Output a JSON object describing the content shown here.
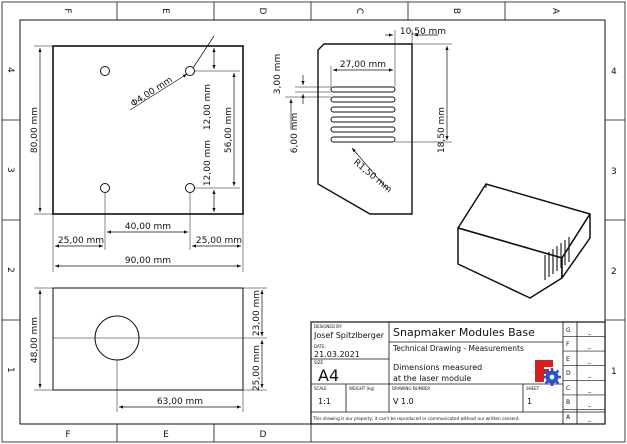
{
  "zones": {
    "columns": [
      "F",
      "E",
      "D",
      "C",
      "B",
      "A"
    ],
    "rows": [
      "4",
      "3",
      "2",
      "1"
    ]
  },
  "dimensions": {
    "top_width": "90,00 mm",
    "top_height": "80,00 mm",
    "hole_diameter": "Φ4,00 mm",
    "hole_spacing_x": "40,00 mm",
    "hole_offset_left": "25,00 mm",
    "hole_offset_right": "25,00 mm",
    "hole_offset_top": "12,00 mm",
    "hole_offset_bottom": "12,00 mm",
    "hole_spacing_y": "56,00 mm",
    "front_width": "63,00 mm",
    "front_height": "48,00 mm",
    "front_upper": "23,00 mm",
    "front_lower": "25,00 mm",
    "vent_gap": "10,50 mm",
    "vent_slot_width": "27,00 mm",
    "vent_slot_height": "3,00 mm",
    "vent_pitch": "6,00 mm",
    "vent_offset": "18,50 mm",
    "vent_radius": "R1,50 mm"
  },
  "title_block": {
    "designed_by_label": "DESIGNED BY:",
    "designer": "Josef Spitzlberger",
    "date_label": "DATE:",
    "date": "21.03.2021",
    "size_label": "SIZE",
    "size": "A4",
    "title": "Snapmaker Modules Base",
    "subtitle": "Technical Drawing - Measurements",
    "description_line1": "Dimensions measured",
    "description_line2": "at the laser module",
    "scale_label": "SCALE",
    "scale": "1:1",
    "weight_label": "WEIGHT (kg)",
    "weight": "",
    "drawing_number_label": "DRAWING NUMBER",
    "drawing_number": "V 1.0",
    "sheet_label": "SHEET",
    "sheet": "1",
    "notice": "This drawing is our property; it can't be reproduced or communicated without our written consent.",
    "revisions": [
      {
        "letter": "G",
        "value": "_"
      },
      {
        "letter": "F",
        "value": "_"
      },
      {
        "letter": "E",
        "value": "_"
      },
      {
        "letter": "D",
        "value": "_"
      },
      {
        "letter": "C",
        "value": "_"
      },
      {
        "letter": "B",
        "value": "_"
      },
      {
        "letter": "A",
        "value": "_"
      }
    ]
  }
}
